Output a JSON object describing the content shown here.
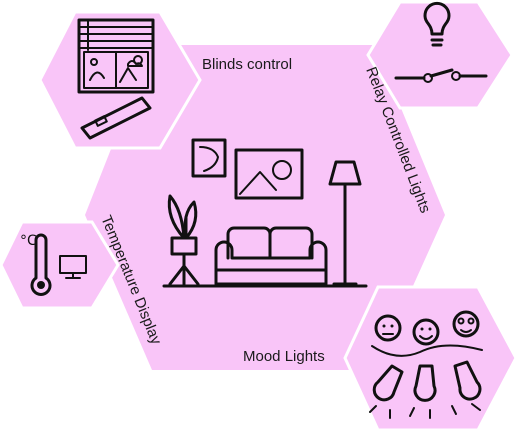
{
  "labels": {
    "blinds": "Blinds control",
    "relay": "Relay Controlled Lights",
    "temperature": "Temperature  Display",
    "mood": "Mood Lights"
  },
  "colors": {
    "hexagon_fill": "#f9c5f8",
    "icon_ink": "#111111"
  },
  "icons": {
    "center": "living-room-icon",
    "blinds": "window-blinds-icon",
    "relay": "light-bulb-switch-icon",
    "temperature": "thermometer-display-icon",
    "mood": "mood-bulbs-icon"
  }
}
